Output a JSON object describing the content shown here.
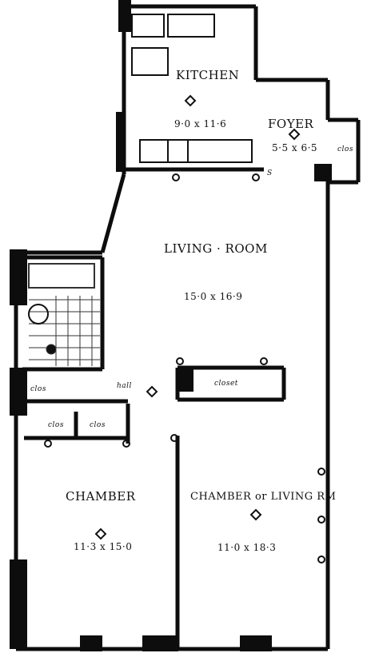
{
  "rooms": {
    "kitchen": {
      "name": "KITCHEN",
      "dims": "9·0 x 11·6"
    },
    "foyer": {
      "name": "FOYER",
      "dims": "5·5 x 6·5"
    },
    "living": {
      "name": "LIVING · ROOM",
      "dims": "15·0 x 16·9"
    },
    "chamber": {
      "name": "CHAMBER",
      "dims": "11·3 x 15·0"
    },
    "chamber2": {
      "name": "CHAMBER or LIVING RM",
      "dims": "11·0 x 18·3"
    }
  },
  "labels": {
    "hall": "hall",
    "closet": "closet",
    "clos_foyer": "clos",
    "clos_hall": "clos",
    "clos_1": "clos",
    "clos_2": "clos",
    "marker_s": "S"
  }
}
